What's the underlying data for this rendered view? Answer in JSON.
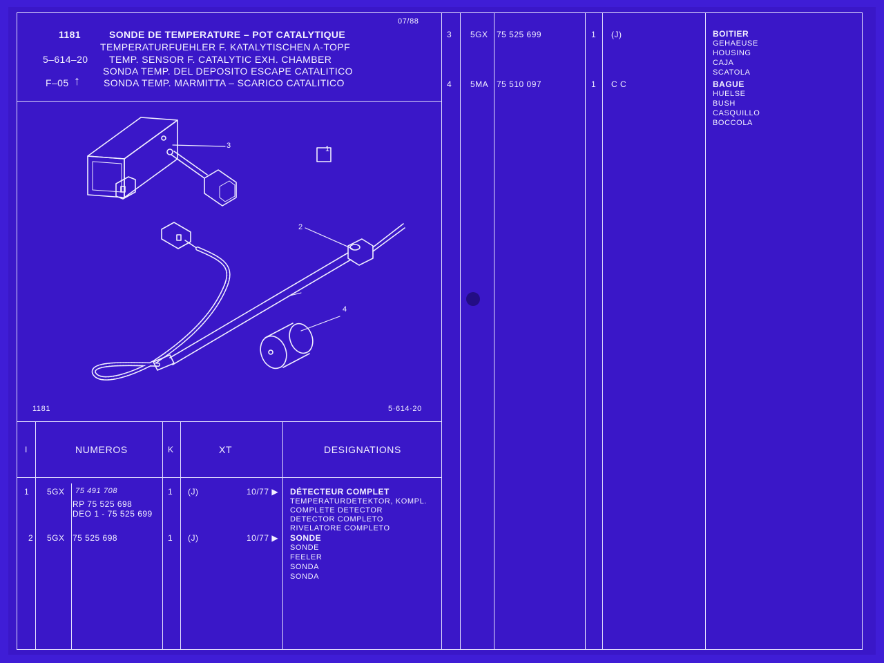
{
  "header": {
    "group_code": "1181",
    "date": "07/88",
    "ref_code": "5–614–20",
    "fig_ref": "F–05",
    "fig_arrow": "↑",
    "titles": [
      "SONDE DE TEMPERATURE – POT CATALYTIQUE",
      "TEMPERATURFUEHLER F. KATALYTISCHEN A-TOPF",
      "TEMP. SENSOR F. CATALYTIC EXH. CHAMBER",
      "SONDA TEMP. DEL DEPOSITO ESCAPE CATALITICO",
      "SONDA TEMP. MARMITTA – SCARICO CATALITICO"
    ]
  },
  "illustration": {
    "box_label": "1",
    "callouts": [
      "3",
      "2",
      "4"
    ],
    "footer_left": "1181",
    "footer_right": "5·614·20"
  },
  "table_headers": {
    "index": "I",
    "numbers": "NUMEROS",
    "k": "K",
    "xt": "XT",
    "designations": "DESIGNATIONS"
  },
  "rows_left": [
    {
      "index": "1",
      "prefix": "5GX",
      "number": "75  491  708",
      "notes": [
        "RP 75  525  698",
        "DEO 1 - 75 525 699"
      ],
      "qty": "1",
      "code": "(J)",
      "date": "10/77 ▶",
      "designations": [
        "DÉTECTEUR COMPLET",
        "TEMPERATURDETEKTOR, KOMPL.",
        "COMPLETE DETECTOR",
        "DETECTOR COMPLETO",
        "RIVELATORE COMPLETO"
      ]
    },
    {
      "index": "2",
      "prefix": "5GX",
      "number": "75  525  698",
      "qty": "1",
      "code": "(J)",
      "date": "10/77 ▶",
      "designations": [
        "SONDE",
        "SONDE",
        "FEELER",
        "SONDA",
        "SONDA"
      ]
    }
  ],
  "rows_right": [
    {
      "index": "3",
      "prefix": "5GX",
      "number": "75  525  699",
      "qty": "1",
      "code": "(J)",
      "designations": [
        "BOITIER",
        "GEHAEUSE",
        "HOUSING",
        "CAJA",
        "SCATOLA"
      ]
    },
    {
      "index": "4",
      "prefix": "5MA",
      "number": "75  510  097",
      "qty": "1",
      "code": "C C",
      "designations": [
        "BAGUE",
        "HUELSE",
        "BUSH",
        "CASQUILLO",
        "BOCCOLA"
      ]
    }
  ],
  "colors": {
    "background": "#3a17c8",
    "ink": "#f2f0ff"
  }
}
